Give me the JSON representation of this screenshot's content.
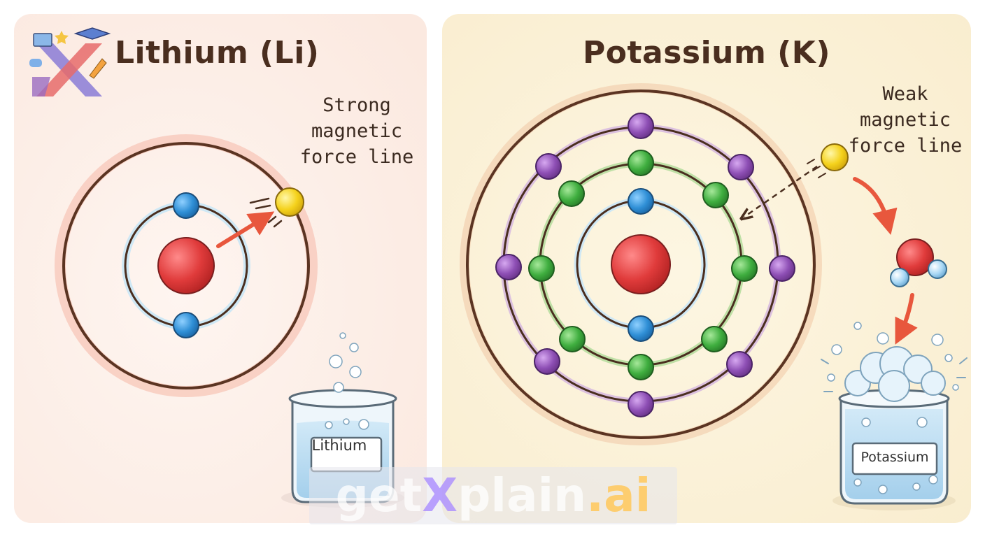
{
  "lithium": {
    "title": "Lithium (Li)",
    "note_lines": [
      "Strong",
      "magnetic",
      "force line"
    ],
    "beaker_label": "Lithium",
    "panel_color": "#fdf0ea"
  },
  "potassium": {
    "title": "Potassium (K)",
    "note_lines": [
      "Weak",
      "magnetic",
      "force line"
    ],
    "beaker_label": "Potassium",
    "panel_color": "#fbf1d8"
  },
  "colors": {
    "nucleus": "#e03b3b",
    "shell1_electron": "#2f8fd6",
    "shell2_electron": "#3fae3f",
    "shell3_electron": "#8e4fb5",
    "valence_electron": "#f5d21c",
    "arrow": "#e8573d",
    "water_h": "#a9d8f5"
  },
  "logo": {
    "name": "getxplain-logo"
  },
  "watermark": {
    "part1": "get",
    "part2": "X",
    "part3": "plain",
    "part4": ".ai"
  }
}
